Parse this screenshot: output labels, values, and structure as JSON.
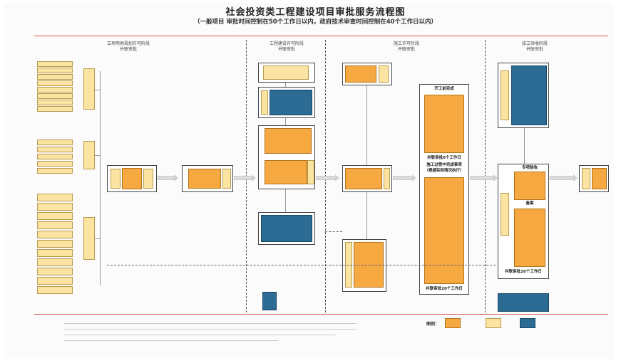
{
  "title": "社会投资类工程建设项目审批服务流程图",
  "subtitle": "（一般项目 审批时间控制在50个工作日以内，政府技术审查时间控制在40个工作日以内）",
  "phases": [
    {
      "name": "立项用地规划许可阶段",
      "sub": "并联审批"
    },
    {
      "name": "工程建设许可阶段",
      "sub": "并联审批"
    },
    {
      "name": "施工许可阶段",
      "sub": "并联审批"
    },
    {
      "name": "竣工验收阶段",
      "sub": "并联审批"
    }
  ],
  "p1_left_boxes": [
    "",
    "",
    "",
    "",
    "",
    "",
    "",
    "",
    "",
    "",
    "",
    "",
    "",
    "",
    "",
    "",
    "",
    "",
    "",
    "",
    "",
    "",
    "",
    ""
  ],
  "p1_main": [
    "",
    ""
  ],
  "p2": {
    "top": "",
    "blue1": "",
    "o1": "",
    "o2": "",
    "blue2": "",
    "bottom": ""
  },
  "p3": {
    "top": "",
    "mid": "",
    "bottom": ""
  },
  "p3b": {
    "header": "开工前完成",
    "mid": "并联审批6个工作日",
    "mid2": "施工过程中完成事项",
    "mid3": "（根据实际情况执行）",
    "footer": "并联审批20个工作日"
  },
  "p4": {
    "header": "专项验收",
    "sub2": "备案",
    "footer": "并联审批20个工作日",
    "final": ""
  },
  "notes": "",
  "legend": {
    "title": "图例：",
    "items": [
      "",
      "",
      ""
    ]
  },
  "colors": {
    "orange": "#f6a841",
    "yellow": "#fbe3a2",
    "blue": "#2c6b94",
    "red": "#d9534f"
  }
}
